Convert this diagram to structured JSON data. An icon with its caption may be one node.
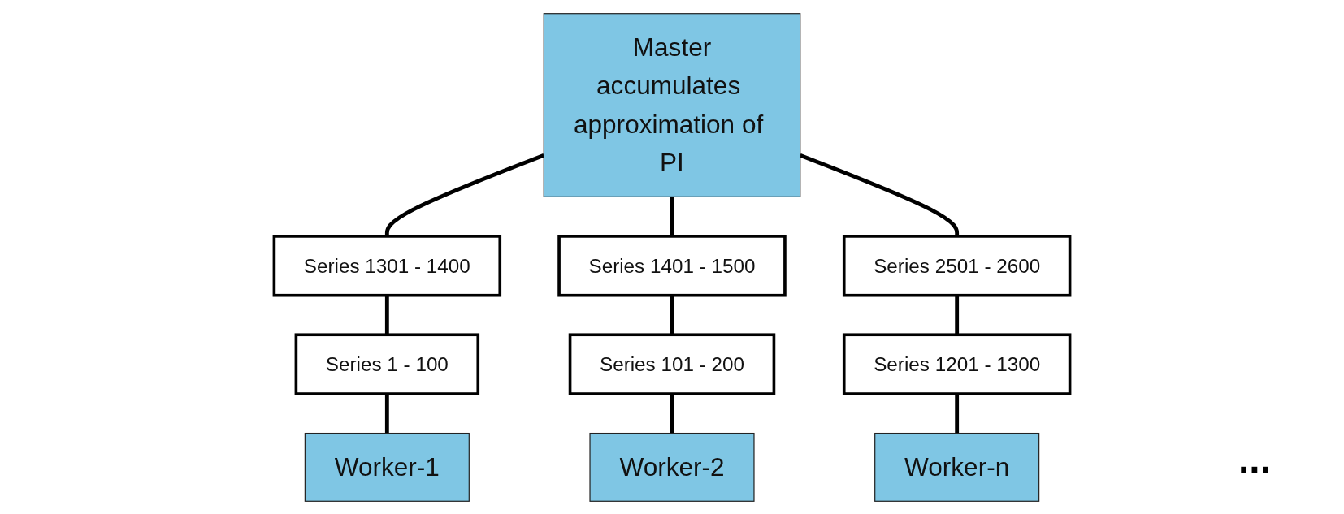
{
  "diagram": {
    "nodes": [
      {
        "text": [
          "Master",
          "accumulates approximation of PI"
        ]
      },
      {
        "text": [
          "Series 1301 - 1400"
        ]
      },
      {
        "text": [
          "Series 1401 - 1500"
        ]
      },
      {
        "text": [
          "Series 2501 - 2600"
        ]
      },
      {
        "text": [
          "Series 1 - 100"
        ]
      },
      {
        "text": [
          "Series 101 - 200"
        ]
      },
      {
        "text": [
          "Series 1201 - 1300"
        ]
      },
      {
        "text": [
          "Worker-1"
        ]
      },
      {
        "text": [
          "Worker-2"
        ]
      },
      {
        "text": [
          "Worker-n"
        ]
      }
    ],
    "edges": [
      {
        "from": 0,
        "to": 1,
        "arrow": "none"
      },
      {
        "from": 0,
        "to": 2,
        "arrow": "none"
      },
      {
        "from": 0,
        "to": 3,
        "arrow": "none"
      },
      {
        "from": 1,
        "to": 4,
        "arrow": "none"
      },
      {
        "from": 2,
        "to": 5,
        "arrow": "none"
      },
      {
        "from": 3,
        "to": 6,
        "arrow": "none"
      },
      {
        "from": 4,
        "to": 7,
        "arrow": "none"
      },
      {
        "from": 5,
        "to": 8,
        "arrow": "none"
      },
      {
        "from": 6,
        "to": 9,
        "arrow": "none"
      }
    ],
    "labels": [
      "..."
    ]
  }
}
